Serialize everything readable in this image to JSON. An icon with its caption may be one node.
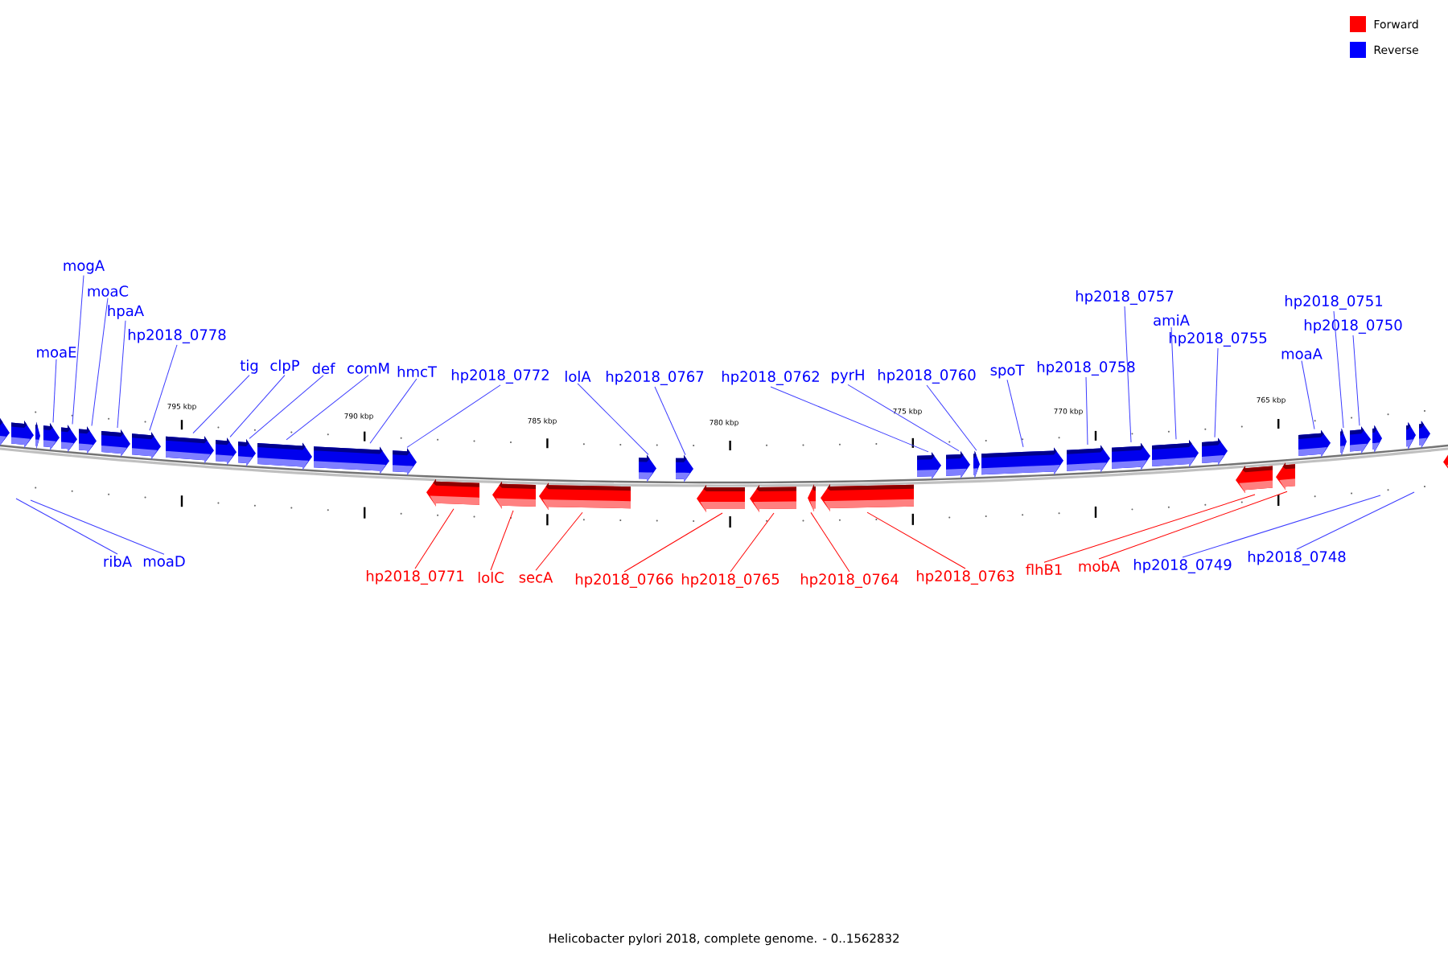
{
  "diagram": {
    "caption": "Helicobacter pylori 2018, complete genome. - 0..1562832",
    "nodes": [
      {
        "text": [],
        "shape": "pentagon"
      },
      {
        "text": [],
        "shape": "pentagon"
      },
      {
        "text": [],
        "shape": "pentagon"
      },
      {
        "text": [],
        "shape": "pentagon"
      },
      {
        "text": [],
        "shape": "pentagon"
      },
      {
        "text": [],
        "shape": "pentagon"
      },
      {
        "text": [],
        "shape": "pentagon"
      },
      {
        "text": [],
        "shape": "pentagon"
      },
      {
        "text": [],
        "shape": "pentagon"
      },
      {
        "text": [],
        "shape": "pentagon"
      },
      {
        "text": [],
        "shape": "pentagon"
      },
      {
        "text": [],
        "shape": "pentagon"
      },
      {
        "text": [],
        "shape": "pentagon"
      },
      {
        "text": [],
        "shape": "pentagon"
      },
      {
        "text": [],
        "shape": "pentagon"
      },
      {
        "text": [],
        "shape": "pentagon"
      },
      {
        "text": [],
        "shape": "pentagon"
      },
      {
        "text": [],
        "shape": "pentagon"
      },
      {
        "text": [],
        "shape": "pentagon"
      },
      {
        "text": [],
        "shape": "pentagon"
      },
      {
        "text": [],
        "shape": "pentagon"
      },
      {
        "text": [],
        "shape": "pentagon"
      },
      {
        "text": [],
        "shape": "pentagon"
      },
      {
        "text": [],
        "shape": "pentagon"
      },
      {
        "text": [],
        "shape": "pentagon"
      },
      {
        "text": [],
        "shape": "pentagon"
      },
      {
        "text": [],
        "shape": "pentagon"
      },
      {
        "text": [],
        "shape": "pentagon"
      },
      {
        "text": [],
        "shape": "pentagon"
      },
      {
        "text": [],
        "shape": "pentagon"
      },
      {
        "text": [],
        "shape": "pentagon"
      },
      {
        "text": [],
        "shape": "pentagon"
      },
      {
        "text": [],
        "shape": "pentagon"
      },
      {
        "text": [],
        "shape": "pentagon"
      },
      {
        "text": [],
        "shape": "pentagon"
      },
      {
        "text": [],
        "shape": "pentagon"
      },
      {
        "text": [],
        "shape": "pentagon"
      },
      {
        "text": [],
        "shape": "pentagon"
      },
      {
        "text": [],
        "shape": "pentagon"
      },
      {
        "text": [],
        "shape": "pentagon"
      },
      {
        "text": [
          "mogA"
        ]
      },
      {
        "text": [
          "moaC"
        ]
      },
      {
        "text": [
          "hp2018_0757"
        ]
      },
      {
        "text": [
          "hp2018_0751"
        ]
      },
      {
        "text": [
          "hpaA"
        ]
      },
      {
        "text": [
          "amiA"
        ]
      },
      {
        "text": [
          "hp2018_0750"
        ]
      },
      {
        "text": [
          "hp2018_0778"
        ]
      },
      {
        "text": [
          "hp2018_0755"
        ]
      },
      {
        "text": [
          "moaE"
        ]
      },
      {
        "text": [
          "moaA"
        ]
      },
      {
        "text": [
          "tig"
        ]
      },
      {
        "text": [
          "clpP"
        ]
      },
      {
        "text": [
          "def"
        ]
      },
      {
        "text": [
          "comM"
        ]
      },
      {
        "text": [
          "hmcT"
        ]
      },
      {
        "text": [
          "hp2018_0758"
        ]
      },
      {
        "text": [
          "spoT"
        ]
      },
      {
        "text": [
          "hp2018_0772"
        ]
      },
      {
        "text": [
          "lolA"
        ]
      },
      {
        "text": [
          "hp2018_0767"
        ]
      },
      {
        "text": [
          "hp2018_0762"
        ]
      },
      {
        "text": [
          "pyrH"
        ]
      },
      {
        "text": [
          "hp2018_0760"
        ]
      },
      {
        "text": [
          "ribA"
        ]
      },
      {
        "text": [
          "moaD"
        ]
      },
      {
        "text": [
          "hp2018_0749"
        ]
      },
      {
        "text": [
          "hp2018_0748"
        ]
      },
      {
        "text": [
          "flhB1"
        ]
      },
      {
        "text": [
          "mobA"
        ]
      },
      {
        "text": [
          "hp2018_0771"
        ]
      },
      {
        "text": [
          "lolC"
        ]
      },
      {
        "text": [
          "secA"
        ]
      },
      {
        "text": [
          "hp2018_0763"
        ]
      },
      {
        "text": [
          "hp2018_0766"
        ]
      },
      {
        "text": [
          "hp2018_0765"
        ]
      },
      {
        "text": [
          "hp2018_0764"
        ]
      }
    ],
    "edges": [
      {
        "from": 40,
        "to": 4,
        "arrow": "none"
      },
      {
        "from": 41,
        "to": 5,
        "arrow": "none"
      },
      {
        "from": 42,
        "to": 28,
        "arrow": "none"
      },
      {
        "from": 43,
        "to": 34,
        "arrow": "none"
      },
      {
        "from": 44,
        "to": 6,
        "arrow": "none"
      },
      {
        "from": 45,
        "to": 29,
        "arrow": "none"
      },
      {
        "from": 46,
        "to": 35,
        "arrow": "none"
      },
      {
        "from": 47,
        "to": 7,
        "arrow": "none"
      },
      {
        "from": 48,
        "to": 30,
        "arrow": "none"
      },
      {
        "from": 49,
        "to": 3,
        "arrow": "none"
      },
      {
        "from": 50,
        "to": 33,
        "arrow": "none"
      },
      {
        "from": 51,
        "to": 8,
        "arrow": "none"
      },
      {
        "from": 52,
        "to": 9,
        "arrow": "none"
      },
      {
        "from": 53,
        "to": 10,
        "arrow": "none"
      },
      {
        "from": 54,
        "to": 11,
        "arrow": "none"
      },
      {
        "from": 55,
        "to": 12,
        "arrow": "none"
      },
      {
        "from": 56,
        "to": 27,
        "arrow": "none"
      },
      {
        "from": 57,
        "to": 26,
        "arrow": "none"
      },
      {
        "from": 58,
        "to": 13,
        "arrow": "none"
      },
      {
        "from": 59,
        "to": 17,
        "arrow": "none"
      },
      {
        "from": 60,
        "to": 18,
        "arrow": "none"
      },
      {
        "from": 61,
        "to": 23,
        "arrow": "none"
      },
      {
        "from": 62,
        "to": 24,
        "arrow": "none"
      },
      {
        "from": 63,
        "to": 25,
        "arrow": "none"
      },
      {
        "from": 64,
        "to": null,
        "arrow": "none"
      },
      {
        "from": 65,
        "to": null,
        "arrow": "none"
      },
      {
        "from": 66,
        "to": null,
        "arrow": "none"
      },
      {
        "from": 67,
        "to": null,
        "arrow": "none"
      },
      {
        "from": 68,
        "to": 31,
        "arrow": "none",
        "color": "#ff0000"
      },
      {
        "from": 69,
        "to": 32,
        "arrow": "none",
        "color": "#ff0000"
      },
      {
        "from": 70,
        "to": 14,
        "arrow": "none",
        "color": "#ff0000"
      },
      {
        "from": 71,
        "to": 15,
        "arrow": "none",
        "color": "#ff0000"
      },
      {
        "from": 72,
        "to": 16,
        "arrow": "none",
        "color": "#ff0000"
      },
      {
        "from": 73,
        "to": 22,
        "arrow": "none",
        "color": "#ff0000"
      },
      {
        "from": 74,
        "to": 19,
        "arrow": "none",
        "color": "#ff0000"
      },
      {
        "from": 75,
        "to": 20,
        "arrow": "none",
        "color": "#ff0000"
      },
      {
        "from": 76,
        "to": 21,
        "arrow": "none",
        "color": "#ff0000"
      }
    ],
    "labels": [
      "795 kbp",
      "790 kbp",
      "785 kbp",
      "780 kbp",
      "775 kbp",
      "770 kbp",
      "765 kbp"
    ],
    "legend": [
      {
        "text": "Forward",
        "color": "#ff0000"
      },
      {
        "text": "Reverse",
        "color": "#0000ff"
      }
    ]
  }
}
